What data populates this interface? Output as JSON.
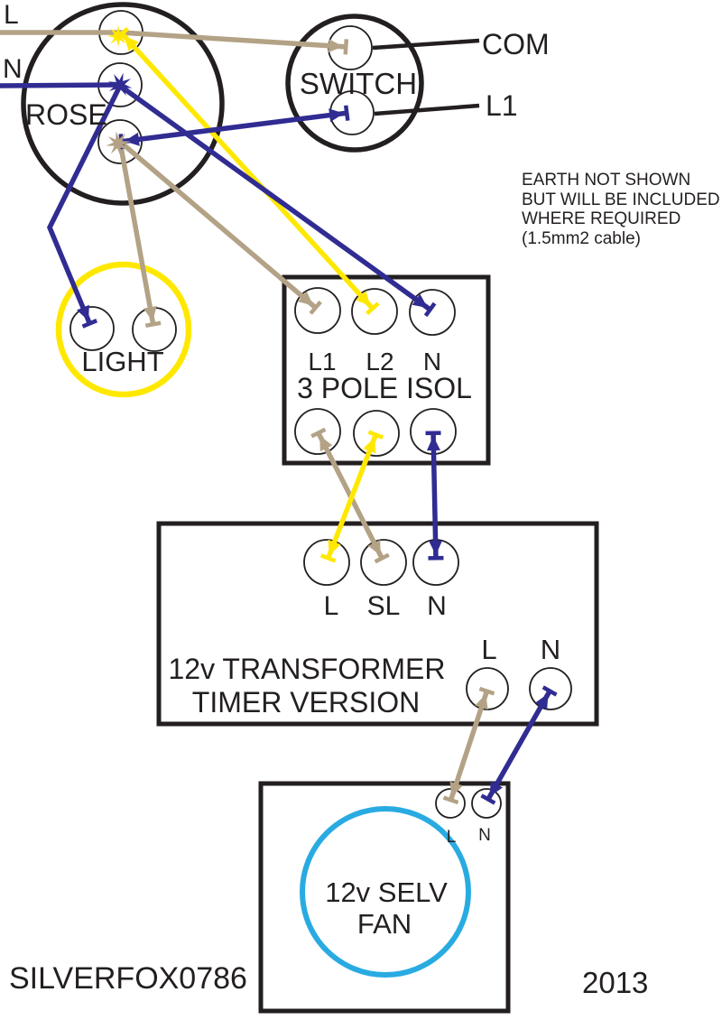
{
  "palette": {
    "outline": "#231F20",
    "wire_permanent_live_tan": "#B3A286",
    "wire_neutral_blue": "#302C92",
    "wire_switched_live_yellow": "#FFE800",
    "light_ring_yellow": "#FFE800",
    "fan_ring_cyan": "#29ABE2"
  },
  "supply": {
    "live": "L",
    "neutral": "N"
  },
  "rose": {
    "label": "ROSE"
  },
  "light_switch": {
    "label": "SWITCH",
    "terminals": [
      "COM",
      "L1"
    ]
  },
  "note": {
    "lines": [
      "EARTH NOT SHOWN",
      "BUT WILL BE INCLUDED",
      "WHERE REQUIRED",
      "(1.5mm2 cable)"
    ]
  },
  "light": {
    "label": "LIGHT"
  },
  "isolator": {
    "terminal_labels": [
      "L1",
      "L2",
      "N"
    ],
    "label": "3 POLE ISOL"
  },
  "transformer": {
    "terminal_labels": [
      "L",
      "SL",
      "N"
    ],
    "name_line1": "12v TRANSFORMER",
    "name_line2": "TIMER VERSION",
    "output_labels": [
      "L",
      "N"
    ]
  },
  "fan": {
    "terminal_labels": [
      "L",
      "N"
    ],
    "name_line1": "12v SELV",
    "name_line2": "FAN"
  },
  "footer": {
    "author": "SILVERFOX0786",
    "year": "2013"
  },
  "connections": [
    {
      "from": "supply L",
      "to": "rose terminal 1",
      "colour": "tan"
    },
    {
      "from": "rose terminal 1",
      "to": "switch COM",
      "colour": "tan"
    },
    {
      "from": "supply N",
      "to": "rose terminal 2",
      "colour": "blue"
    },
    {
      "from": "switch L1",
      "to": "rose terminal 3",
      "colour": "blue"
    },
    {
      "from": "rose terminal 3",
      "to": "light",
      "colour": "tan"
    },
    {
      "from": "rose terminal 2",
      "to": "light",
      "colour": "blue"
    },
    {
      "from": "rose terminal 3",
      "to": "isolator L1",
      "colour": "tan"
    },
    {
      "from": "rose terminal 1",
      "to": "isolator L2",
      "colour": "yellow"
    },
    {
      "from": "rose terminal 2",
      "to": "isolator N",
      "colour": "blue"
    },
    {
      "from": "isolator L1",
      "to": "transformer SL",
      "colour": "tan"
    },
    {
      "from": "isolator L2",
      "to": "transformer L",
      "colour": "yellow"
    },
    {
      "from": "isolator N",
      "to": "transformer N",
      "colour": "blue"
    },
    {
      "from": "transformer L out",
      "to": "fan L",
      "colour": "tan"
    },
    {
      "from": "transformer N out",
      "to": "fan N",
      "colour": "blue"
    }
  ]
}
